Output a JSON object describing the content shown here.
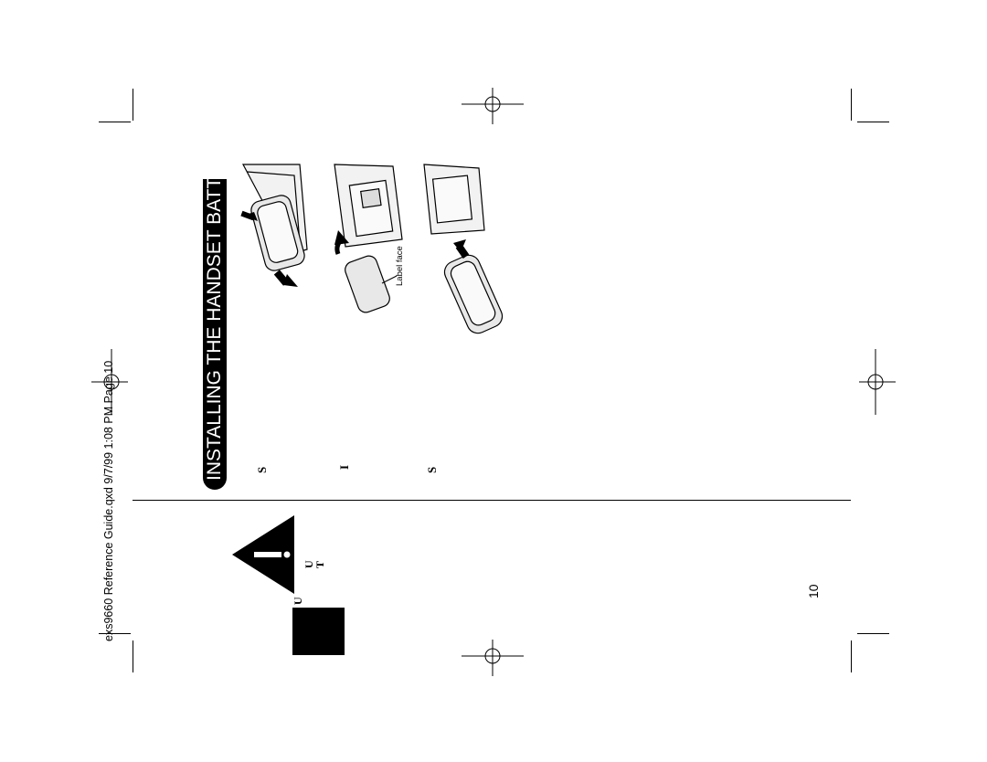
{
  "print_slug": "exs9660 Reference Guide.qxd   9/7/99   1:08 PM   Page 10",
  "section_title": "INSTALLING THE HANDSET BATTER",
  "steps": [
    {
      "initial": "S"
    },
    {
      "initial": "I"
    },
    {
      "initial": "S"
    }
  ],
  "figure": {
    "label_face": "Label face"
  },
  "notes": [
    {
      "initial": "U"
    },
    {
      "initial": "T"
    },
    {
      "initial": "U"
    }
  ],
  "page_number": "10",
  "icons": [
    "warning-triangle-icon",
    "black-tab-icon",
    "registration-mark-icon"
  ],
  "colors": {
    "ink": "#000000",
    "paper": "#ffffff",
    "title_bar": "#000000"
  }
}
